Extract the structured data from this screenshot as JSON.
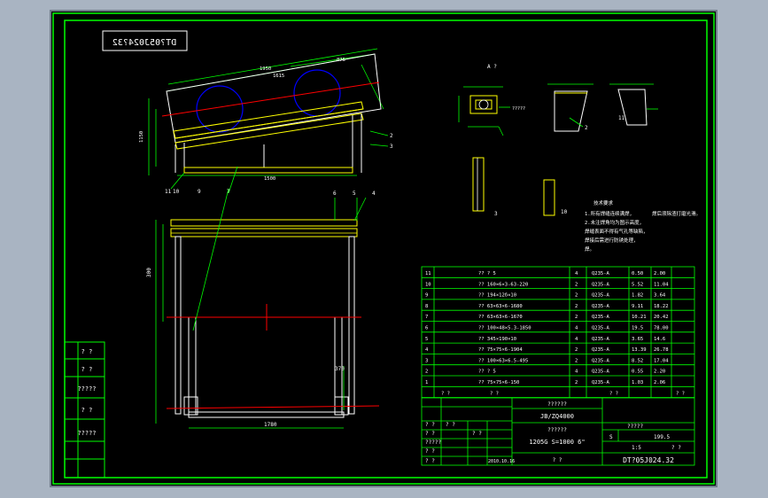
{
  "drawing": {
    "stamp_mirrored": "DT?05J024?32",
    "section_label": "A ?",
    "spec_label": "?????",
    "tech_title": "技术要求",
    "tech_lines": [
      "1.所有焊缝连续满焊，",
      "2.未注焊角均为图示高度，",
      "焊缝表面不得有气孔等缺陷，",
      "焊接后需进行防锈处理，",
      "焊。"
    ],
    "tech_side_note": "焊后须除渣打磨光滑。",
    "left_labels": [
      "? ?",
      "? ?",
      "?????",
      "? ?",
      "?????"
    ],
    "dims_top": [
      "1950",
      "1615",
      "875",
      "1150",
      "1500"
    ],
    "dims_bottom": [
      "1780",
      "370",
      "300"
    ]
  },
  "bom": {
    "rows": [
      {
        "no": "11",
        "name": "?? ? 5",
        "qty": "4",
        "mat": "Q235-A",
        "w1": "0.50",
        "w2": "2.00"
      },
      {
        "no": "10",
        "name": "?? 160×6×3-63-220",
        "qty": "2",
        "mat": "Q235-A",
        "w1": "5.52",
        "w2": "11.04"
      },
      {
        "no": "9",
        "name": "?? 194×12δ×10",
        "qty": "2",
        "mat": "Q235-A",
        "w1": "1.82",
        "w2": "3.64"
      },
      {
        "no": "8",
        "name": "?? 63×63×6-1680",
        "qty": "2",
        "mat": "Q235-A",
        "w1": "9.11",
        "w2": "18.22"
      },
      {
        "no": "7",
        "name": "?? 63×63×6-1670",
        "qty": "2",
        "mat": "Q235-A",
        "w1": "10.21",
        "w2": "20.42"
      },
      {
        "no": "6",
        "name": "?? 100×48×5.3-1850",
        "qty": "4",
        "mat": "Q235-A",
        "w1": "19.5",
        "w2": "78.00"
      },
      {
        "no": "5",
        "name": "?? 345×190×10",
        "qty": "4",
        "mat": "Q235-A",
        "w1": "3.65",
        "w2": "14.6"
      },
      {
        "no": "4",
        "name": "?? 75×75×6-1904",
        "qty": "2",
        "mat": "Q235-A",
        "w1": "13.39",
        "w2": "26.78"
      },
      {
        "no": "3",
        "name": "?? 100×63×6.5-495",
        "qty": "2",
        "mat": "Q235-A",
        "w1": "8.52",
        "w2": "17.04"
      },
      {
        "no": "2",
        "name": "?? ? 5",
        "qty": "4",
        "mat": "Q235-A",
        "w1": "0.55",
        "w2": "2.20"
      },
      {
        "no": "1",
        "name": "?? 75×75×6-150",
        "qty": "2",
        "mat": "Q235-A",
        "w1": "1.03",
        "w2": "2.06"
      }
    ],
    "header": {
      "c1": "? ?",
      "c2": "? ?",
      "c3": "? ?",
      "c4": "? ?"
    }
  },
  "title_block": {
    "company": "??????",
    "standard": "JB/ZQ4000",
    "product_label": "??????",
    "product": "1205G S=1000 6\"",
    "drawing_no": "DT?05J024.32",
    "stage": "S",
    "scale": "1:5",
    "weight_label": "?????",
    "weight": "199.5",
    "sheet": "? ?",
    "left_cells": [
      "? ?",
      "? ?",
      "? ?",
      "?????",
      "? ?",
      "? ?"
    ],
    "date": "2010.10.16",
    "sign": "? ?",
    "mid": "? ?"
  },
  "colors": {
    "frame": "#00ff00",
    "line": "#ffffff",
    "yellow": "#ffff00",
    "red": "#ff0000",
    "blue": "#0000ff",
    "cyan": "#00ffff"
  }
}
